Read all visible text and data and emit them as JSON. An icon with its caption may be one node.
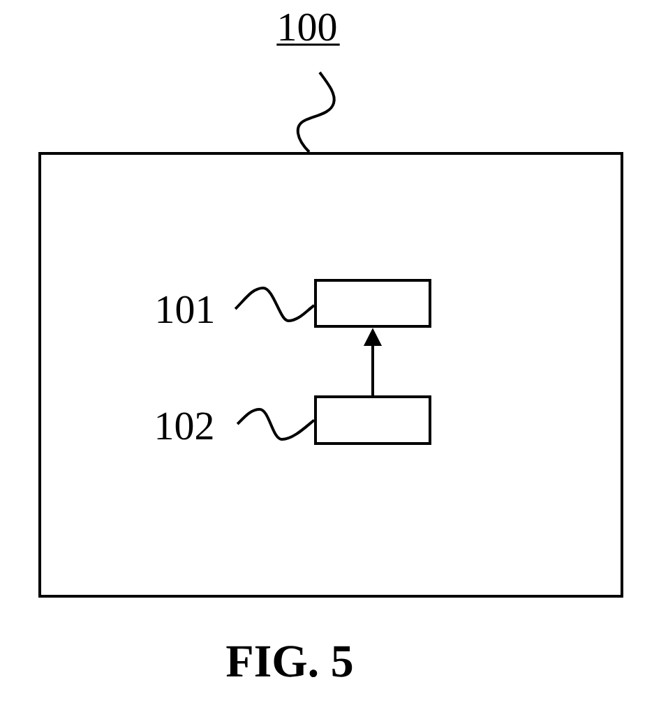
{
  "diagram": {
    "caption": "FIG. 5",
    "nodes": [
      {
        "text": [
          "100"
        ]
      },
      {
        "text": [],
        "shape": "box"
      },
      {
        "text": [
          "101"
        ],
        "in": 1
      },
      {
        "text": [],
        "shape": "box",
        "in": 1
      },
      {
        "text": [
          "102"
        ],
        "in": 1
      },
      {
        "text": [],
        "shape": "box",
        "in": 1
      }
    ],
    "edges": [
      {
        "from": 0,
        "to": 1,
        "arrow": "none"
      },
      {
        "from": 2,
        "to": 3,
        "arrow": "none"
      },
      {
        "from": 4,
        "to": 5,
        "arrow": "none"
      },
      {
        "from": 5,
        "to": 3,
        "arrow": "to"
      }
    ]
  }
}
